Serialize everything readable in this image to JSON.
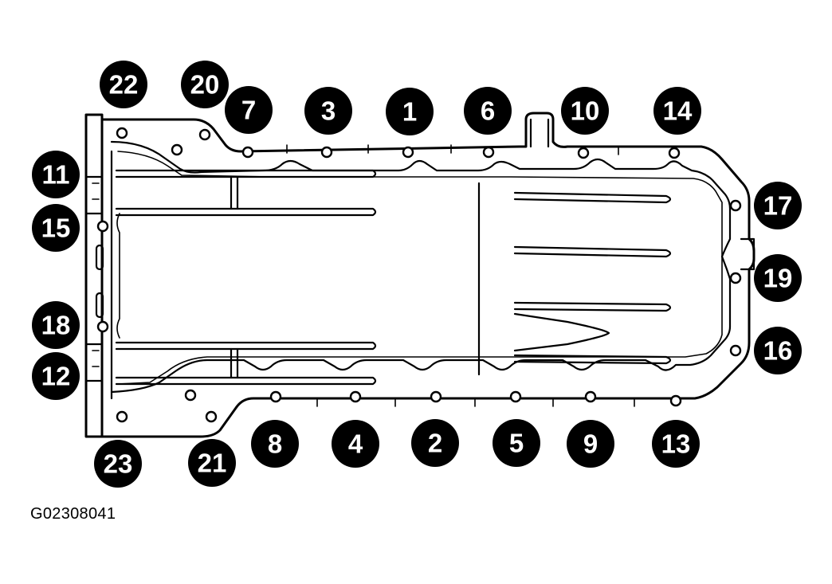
{
  "figure_id": "G02308041",
  "callouts": {
    "c1": "1",
    "c2": "2",
    "c3": "3",
    "c4": "4",
    "c5": "5",
    "c6": "6",
    "c7": "7",
    "c8": "8",
    "c9": "9",
    "c10": "10",
    "c11": "11",
    "c12": "12",
    "c13": "13",
    "c14": "14",
    "c15": "15",
    "c16": "16",
    "c17": "17",
    "c18": "18",
    "c19": "19",
    "c20": "20",
    "c21": "21",
    "c22": "22",
    "c23": "23"
  },
  "colors": {
    "callout_fill": "#000000",
    "callout_text": "#ffffff",
    "line": "#000000",
    "background": "#ffffff"
  }
}
